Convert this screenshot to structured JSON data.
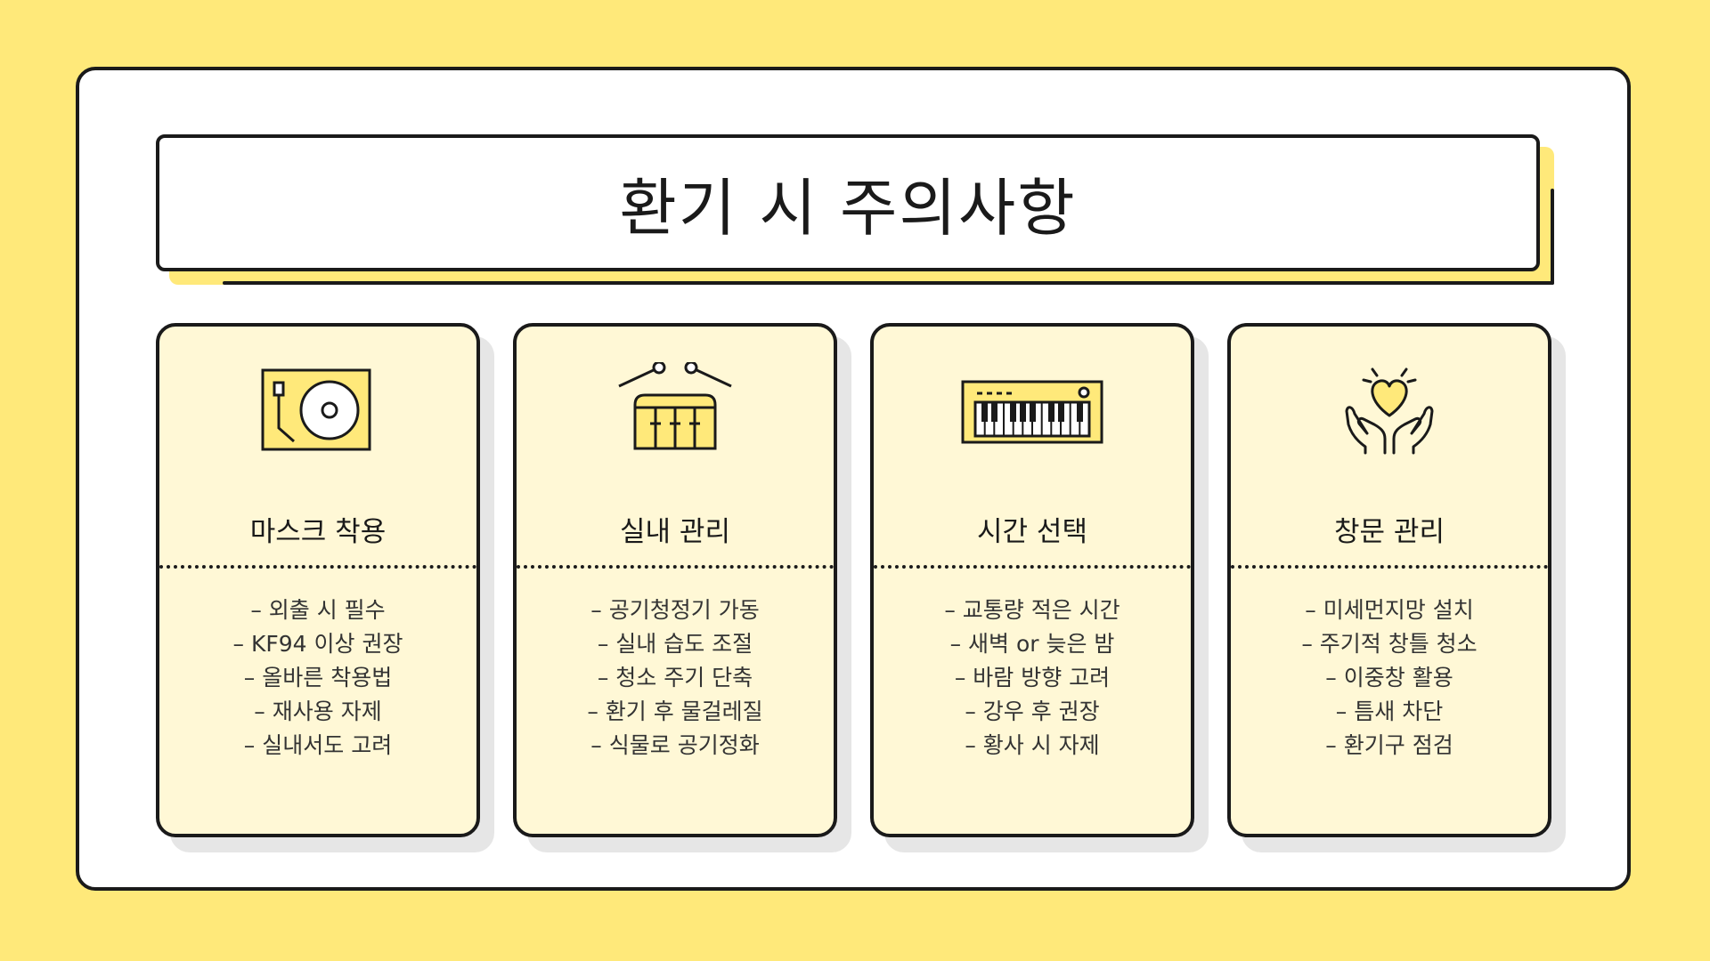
{
  "colors": {
    "background": "#FFE97A",
    "accent": "#FFE97A",
    "card_fill": "#FFF8D6",
    "ink": "#1a1a1a"
  },
  "title": "환기 시 주의사항",
  "cards": [
    {
      "icon": "turntable-icon",
      "title": "마스크 착용",
      "items": [
        "– 외출 시 필수",
        "– KF94 이상 권장",
        "– 올바른 착용법",
        "– 재사용 자제",
        "– 실내서도 고려"
      ]
    },
    {
      "icon": "drum-icon",
      "title": "실내 관리",
      "items": [
        "– 공기청정기 가동",
        "– 실내 습도 조절",
        "– 청소 주기 단축",
        "– 환기 후 물걸레질",
        "– 식물로 공기정화"
      ]
    },
    {
      "icon": "keyboard-icon",
      "title": "시간 선택",
      "items": [
        "– 교통량 적은 시간",
        "– 새벽 or 늦은 밤",
        "– 바람 방향 고려",
        "– 강우 후 권장",
        "– 황사 시 자제"
      ]
    },
    {
      "icon": "heart-hands-icon",
      "title": "창문 관리",
      "items": [
        "– 미세먼지망 설치",
        "– 주기적 창틀 청소",
        "– 이중창 활용",
        "– 틈새 차단",
        "– 환기구 점검"
      ]
    }
  ]
}
